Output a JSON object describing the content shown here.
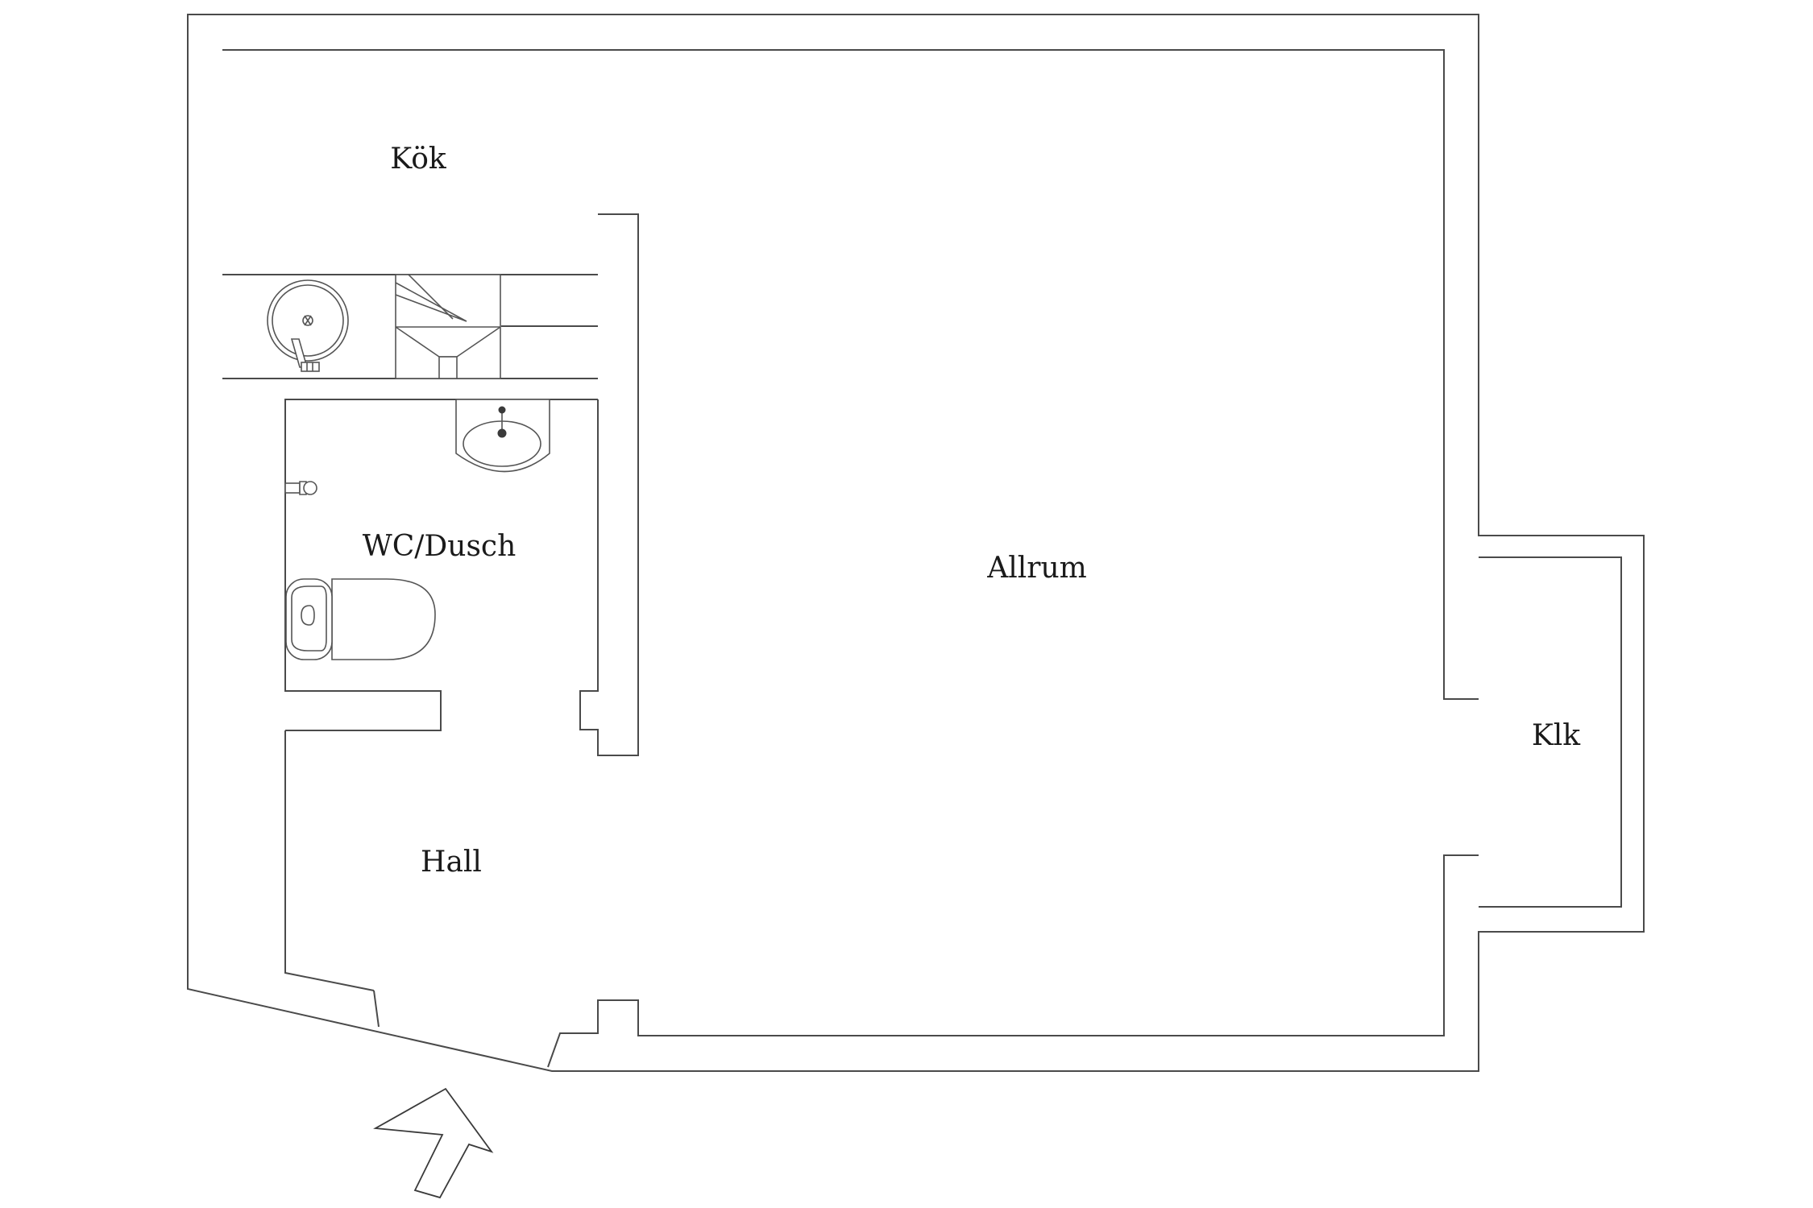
{
  "rooms": {
    "kitchen": "Kök",
    "bathroom": "WC/Dusch",
    "living_room": "Allrum",
    "hall": "Hall",
    "closet": "Klk"
  },
  "icons": {
    "entrance": "entrance-arrow-icon",
    "stove": "stove-icon",
    "kitchen_sink": "kitchen-sink-icon",
    "washbasin": "washbasin-icon",
    "toilet": "toilet-icon",
    "shower": "shower-head-icon"
  },
  "colors": {
    "walls": "#4a4a4a",
    "labels": "#1a1a1a",
    "background": "#ffffff"
  }
}
